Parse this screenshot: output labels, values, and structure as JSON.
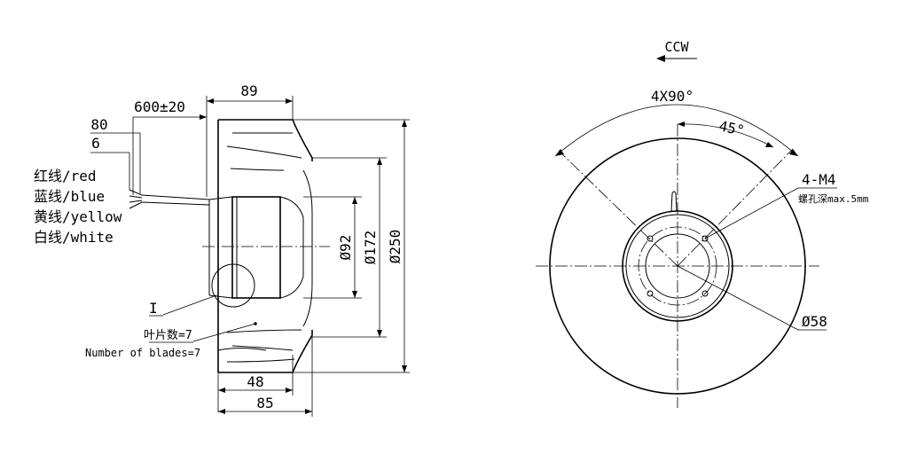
{
  "side_view": {
    "dim_width_top": "89",
    "dim_cable_length": "600±20",
    "dim_strip_80": "80",
    "dim_strip_6": "6",
    "dim_diameter_92": "Ø92",
    "dim_diameter_172": "Ø172",
    "dim_diameter_250": "Ø250",
    "dim_bottom_48": "48",
    "dim_bottom_85": "85",
    "detail_marker": "I",
    "blades_cn": "叶片数=7",
    "blades_en": "Number of blades=7",
    "wires": [
      "红线/red",
      "蓝线/blue",
      "黄线/yellow",
      "白线/white"
    ]
  },
  "front_view": {
    "rotation_label": "CCW",
    "hole_pattern_angle": "4X90°",
    "angle_45": "45°",
    "thread_label": "4-M4",
    "thread_depth_note": "螺孔深max.5mm",
    "bolt_circle": "Ø58"
  }
}
